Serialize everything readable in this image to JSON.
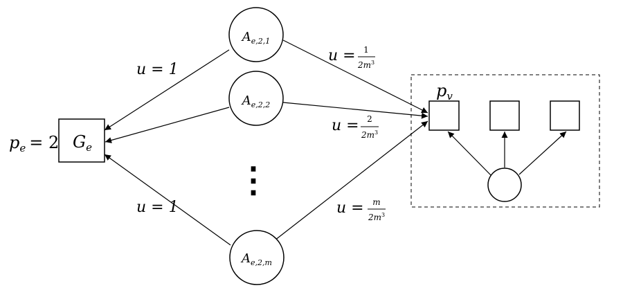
{
  "left_node": {
    "price_var": "p",
    "price_sub": "e",
    "price_eq": "= 2",
    "label_main": "G",
    "label_sub": "e"
  },
  "a_nodes": [
    {
      "main": "A",
      "sub": "e,2,1"
    },
    {
      "main": "A",
      "sub": "e,2,2"
    },
    {
      "main": "A",
      "sub": "e,2,m"
    }
  ],
  "ellipsis": "⋮",
  "left_edges": [
    {
      "text": "u = 1"
    },
    {
      "text": "u = 1"
    }
  ],
  "right_edges": [
    {
      "prefix": "u =",
      "num": "1",
      "den_base": "2m",
      "den_exp": "3"
    },
    {
      "prefix": "u =",
      "num": "2",
      "den_base": "2m",
      "den_exp": "3"
    },
    {
      "prefix": "u =",
      "num": "m",
      "den_base": "2m",
      "den_exp": "3"
    }
  ],
  "group": {
    "price_var": "p",
    "price_sub": "v"
  }
}
